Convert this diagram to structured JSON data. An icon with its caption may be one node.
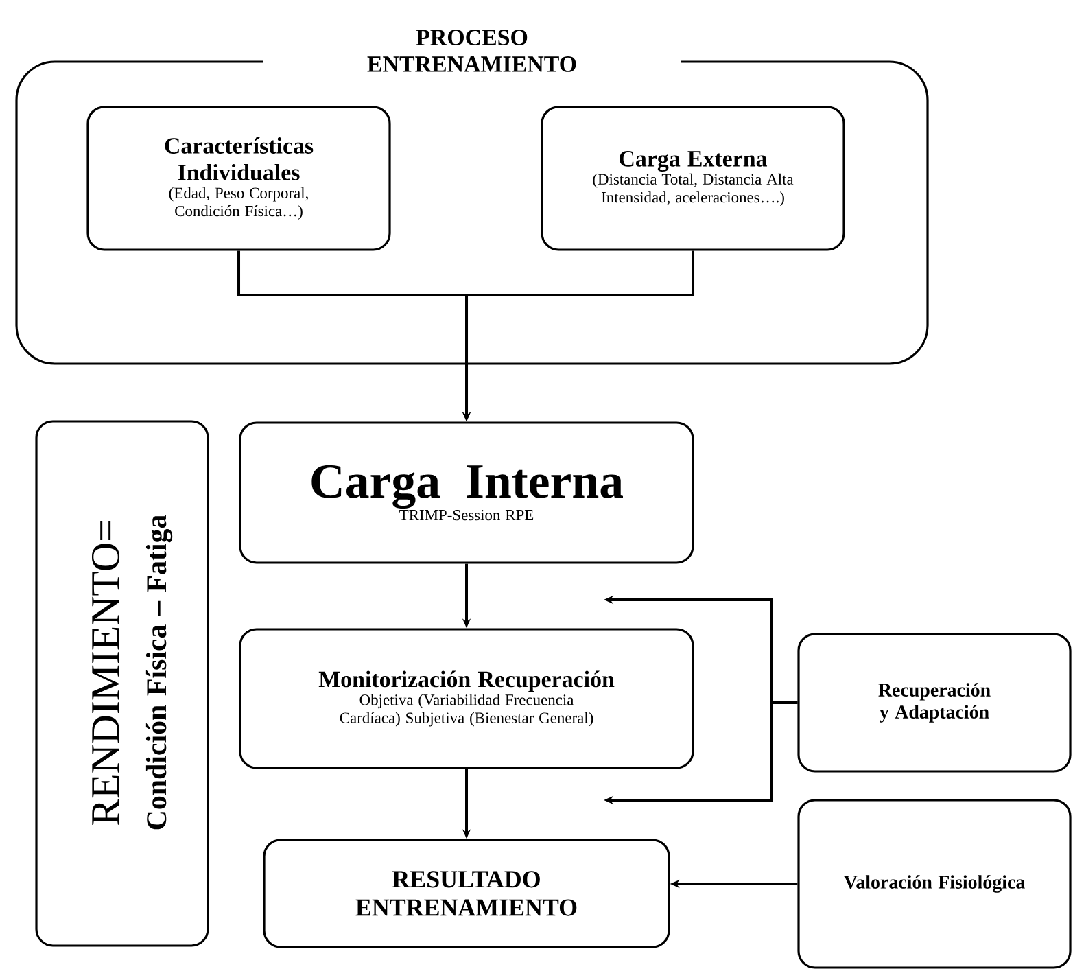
{
  "diagram": {
    "nodes": [
      {
        "text": [
          "PROCESO ENTRENAMIENTO"
        ]
      },
      {
        "text": [
          "Características Individuales",
          "(Edad, Peso Corporal, Condición Física…)"
        ],
        "in": 0
      },
      {
        "text": [
          "Carga Externa",
          "(Distancia Total, Distancia Alta Intensidad, aceleraciones….)"
        ],
        "in": 0
      },
      {
        "text": [
          "RENDIMIENTO=",
          "Condición Física – Fatiga"
        ]
      },
      {
        "text": [
          "Carga Interna",
          "TRIMP-Session RPE"
        ]
      },
      {
        "text": [
          "Monitorización Recuperación",
          "Objetiva (Variabilidad Frecuencia Cardíaca) Subjetiva (Bienestar General)"
        ]
      },
      {
        "text": [
          "Recuperación y Adaptación"
        ]
      },
      {
        "text": [
          "RESULTADO ENTRENAMIENTO"
        ]
      },
      {
        "text": [
          "Valoración Fisiológica"
        ]
      }
    ],
    "edges": [
      {
        "from": 1,
        "to": 4,
        "arrow": "to"
      },
      {
        "from": 2,
        "to": 4,
        "arrow": "to"
      },
      {
        "from": 4,
        "to": 5,
        "arrow": "to"
      },
      {
        "from": 5,
        "to": 7,
        "arrow": "to"
      },
      {
        "from": 6,
        "to": null,
        "arrow": "to"
      },
      {
        "from": 6,
        "to": null,
        "arrow": "to"
      },
      {
        "from": 8,
        "to": 7,
        "arrow": "to"
      }
    ]
  }
}
